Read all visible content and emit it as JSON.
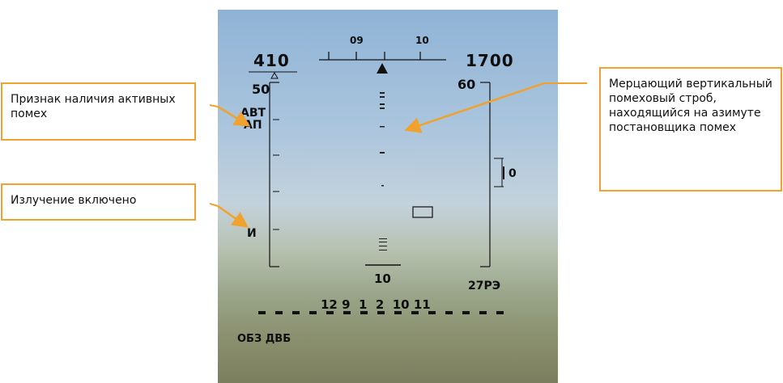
{
  "hud": {
    "heading_tick_1": "09",
    "heading_tick_2": "10",
    "speed": "410",
    "altitude": "1700",
    "left_scale_top": "50",
    "right_scale_top": "60",
    "mode_avt": "АВТ",
    "mode_ap": "АП",
    "emission_indicator": "И",
    "right_scale_value": "0",
    "range_value": "10",
    "weapon_mode": "27РЭ",
    "target_numbers": "12 9  1  2  10 11",
    "radar_mode": "ОБЗ ДВБ"
  },
  "callouts": {
    "jamming_sign": "Признак наличия активных помех",
    "emission_on": "Излучение включено",
    "jam_strobe": "Мерцающий вертикальный помеховый строб, находящийся на азимуте постановщика помех"
  },
  "colors": {
    "callout_border": "#f0a22e",
    "arrow": "#f0a22e",
    "hud_symbology": "#0e0e0e"
  }
}
